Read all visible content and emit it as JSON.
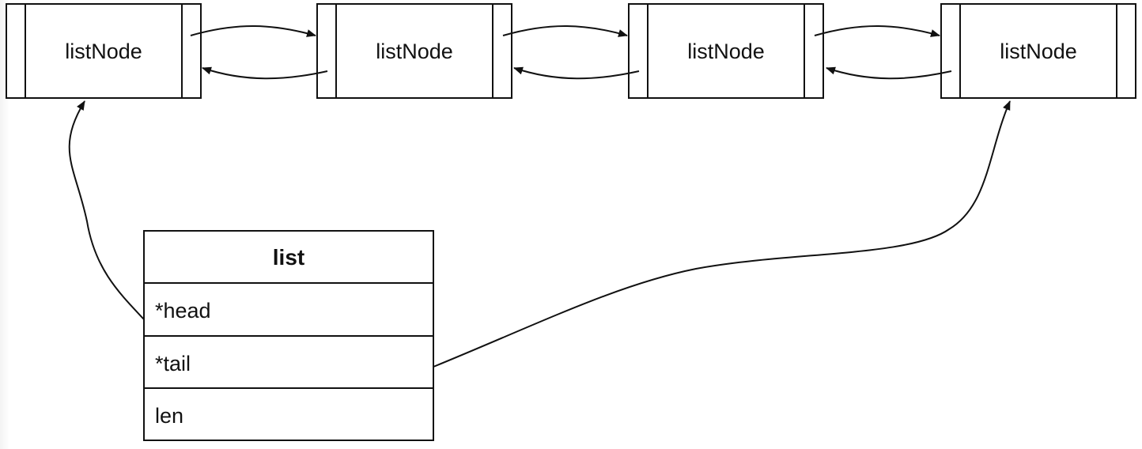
{
  "nodes": [
    {
      "label": "listNode"
    },
    {
      "label": "listNode"
    },
    {
      "label": "listNode"
    },
    {
      "label": "listNode"
    }
  ],
  "list_struct": {
    "title": "list",
    "fields": [
      "*head",
      "*tail",
      "len"
    ]
  },
  "colors": {
    "stroke": "#111111",
    "background": "#ffffff"
  }
}
